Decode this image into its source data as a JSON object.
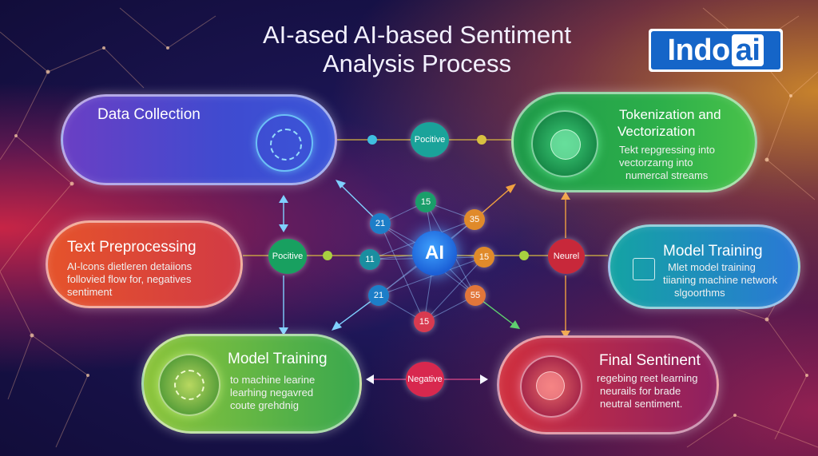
{
  "title": {
    "line1": "AI-ased AI-based Sentiment",
    "line2": "Analysis Process"
  },
  "logo": {
    "text_left": "Indo",
    "text_right": "ai"
  },
  "hub": {
    "label": "AI"
  },
  "cards": {
    "data_collection": {
      "title": "Data Collection"
    },
    "tokenization": {
      "title_line1": "Tokenization and",
      "title_line2": "Vectorization",
      "desc_line1": "Tekt repgressing into",
      "desc_line2": "vectorzarng into",
      "desc_line3": "numercal streams"
    },
    "text_preprocessing": {
      "title": "Text Preprocessing",
      "desc_line1": "AI-lcons dietleren detaiions",
      "desc_line2": "follovied flow for, negatives",
      "desc_line3": "sentiment"
    },
    "model_training_right": {
      "title": "Model Training",
      "desc_line1": "Mlet model training",
      "desc_line2": "tiianing machine network",
      "desc_line3": "slgoorthms"
    },
    "model_training_left": {
      "title": "Model Training",
      "desc_line1": "to machine learine",
      "desc_line2": "learhing negavred",
      "desc_line3": "coute grehdnig"
    },
    "final_sentiment": {
      "title": "Final Sentinent",
      "desc_line1": "regebing reet learning",
      "desc_line2": "neurails for brade",
      "desc_line3": "neutral sentiment."
    }
  },
  "pills": {
    "positive_top": "Pocitive",
    "positive_left": "Pocitive",
    "neural": "Neurel",
    "negative": "Negative"
  },
  "small_nodes": {
    "n_top": "15",
    "n_left_upper": "21",
    "n_left_mid": "11",
    "n_left_lower": "21",
    "n_right_upper": "35",
    "n_right_mid": "15",
    "n_right_lower": "55",
    "n_bottom": "15"
  },
  "colors": {
    "bg_center": "#1a1450",
    "accent_red": "#e23b4f",
    "accent_orange": "#f08a2a",
    "accent_green": "#3ab54a",
    "accent_blue": "#1b5fd6",
    "accent_teal": "#1fa0a8",
    "accent_purple": "#7a3fd0",
    "logo_blue": "#1565c8"
  },
  "icons": [
    "brain-icon",
    "brain-icon",
    "brain-icon",
    "brain-icon",
    "square-icon"
  ]
}
